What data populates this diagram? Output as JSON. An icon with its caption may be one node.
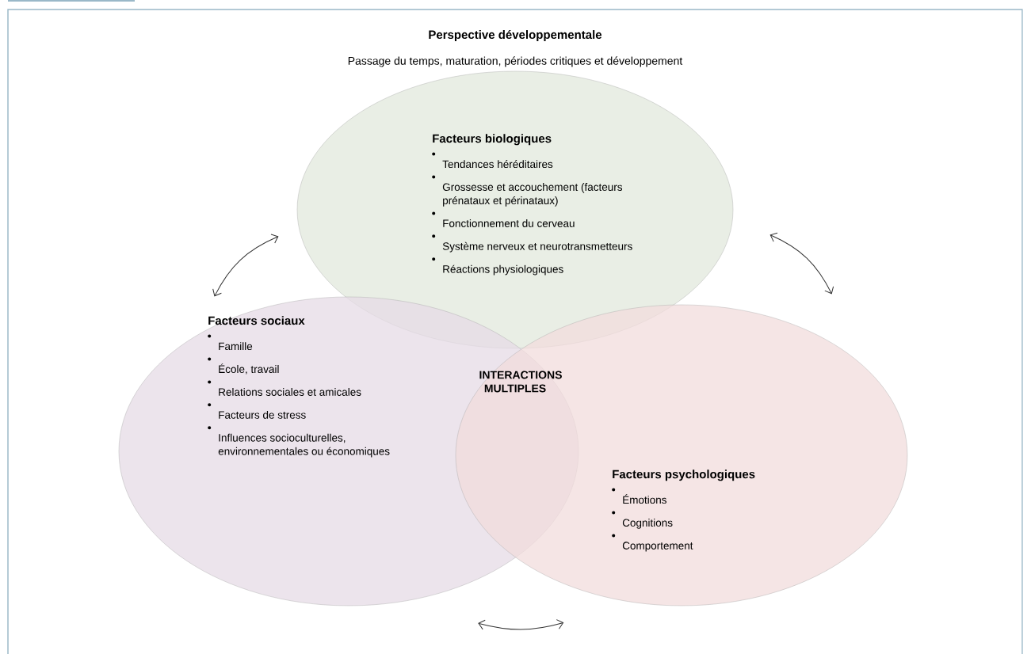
{
  "diagram": {
    "title": "Perspective développementale",
    "nodes": [
      {
        "text": [
          "Facteurs biologiques",
          "Tendances héréditaires",
          "Grossesse et accouchement (facteurs prénataux et périnataux)",
          "Fonctionnement du cerveau",
          "Système nerveux et neurotransmetteurs",
          "Réactions physiologiques"
        ]
      },
      {
        "text": [
          "Facteurs sociaux",
          "Famille",
          "École, travail",
          "Relations sociales et amicales",
          "Facteurs de stress",
          "Influences socioculturelles, environnementales ou économiques"
        ]
      },
      {
        "text": [
          "Facteurs psychologiques",
          "Émotions",
          "Cognitions",
          "Comportement"
        ]
      }
    ],
    "edges": [
      {
        "from": 0,
        "to": 1,
        "arrow": "both"
      },
      {
        "from": 0,
        "to": 2,
        "arrow": "both"
      },
      {
        "from": 1,
        "to": 2,
        "arrow": "both"
      }
    ],
    "labels": [
      "Passage du temps, maturation, périodes critiques et développement",
      "INTERACTIONS MULTIPLES"
    ]
  }
}
